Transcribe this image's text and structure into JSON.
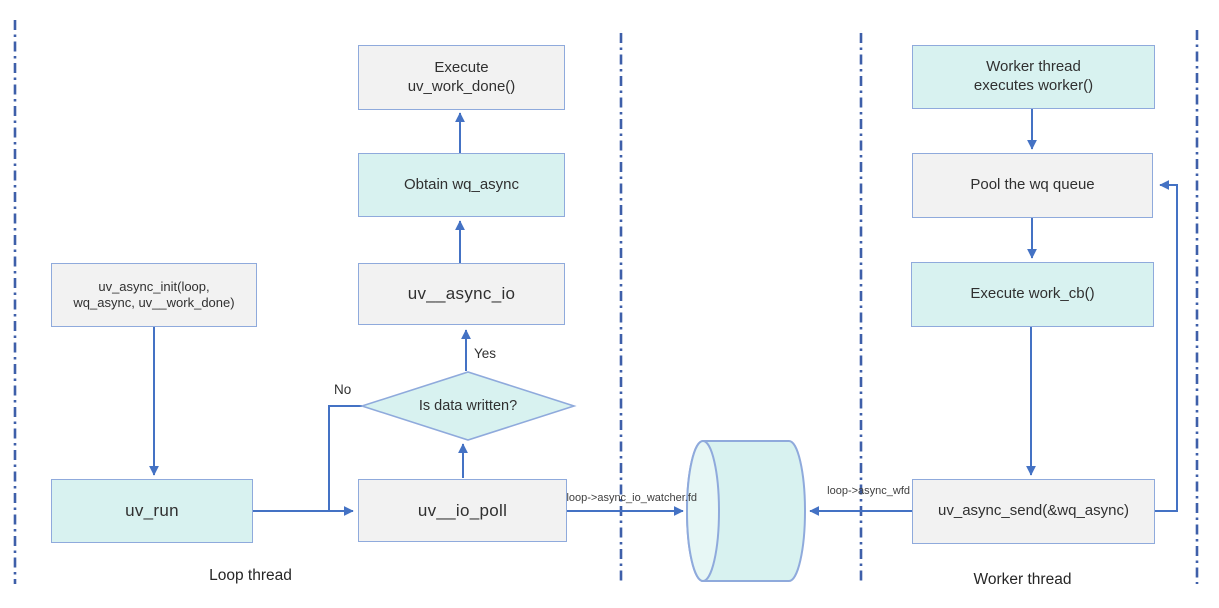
{
  "nodes": {
    "execute_uv_work_done": "Execute\nuv_work_done()",
    "obtain_wq_async": "Obtain wq_async",
    "uv_async_init": "uv_async_init(loop,\nwq_async, uv__work_done)",
    "uv_async_io": "uv__async_io",
    "is_data_written": "Is data written?",
    "uv_run": "uv_run",
    "uv_io_poll": "uv__io_poll",
    "worker_thread_executes": "Worker thread\nexecutes worker()",
    "pool_wq_queue": "Pool the wq queue",
    "execute_work_cb": "Execute work_cb()",
    "uv_async_send": "uv_async_send(&wq_async)"
  },
  "edge_labels": {
    "yes": "Yes",
    "no": "No",
    "io_watcher_fd": "loop->async_io_watcher.fd",
    "async_wfd": "loop->async_wfd"
  },
  "lane_labels": {
    "loop_thread": "Loop thread",
    "worker_thread": "Worker thread"
  },
  "edges": [
    {
      "from": "uv_async_init",
      "to": "uv_run",
      "label": ""
    },
    {
      "from": "uv_run",
      "to": "uv_io_poll",
      "label": ""
    },
    {
      "from": "uv_io_poll",
      "to": "is_data_written",
      "label": ""
    },
    {
      "from": "is_data_written",
      "to": "uv_async_io",
      "label": "Yes"
    },
    {
      "from": "is_data_written",
      "to": "uv_io_poll",
      "label": "No"
    },
    {
      "from": "uv_async_io",
      "to": "obtain_wq_async",
      "label": ""
    },
    {
      "from": "obtain_wq_async",
      "to": "execute_uv_work_done",
      "label": ""
    },
    {
      "from": "uv_io_poll",
      "to": "pipe",
      "label": "loop->async_io_watcher.fd"
    },
    {
      "from": "uv_async_send",
      "to": "pipe",
      "label": "loop->async_wfd"
    },
    {
      "from": "worker_thread_executes",
      "to": "pool_wq_queue",
      "label": ""
    },
    {
      "from": "pool_wq_queue",
      "to": "execute_work_cb",
      "label": ""
    },
    {
      "from": "execute_work_cb",
      "to": "uv_async_send",
      "label": ""
    },
    {
      "from": "uv_async_send",
      "to": "pool_wq_queue",
      "label": ""
    }
  ],
  "colors": {
    "node_border": "#8faadc",
    "node_fill_gray": "#f2f2f2",
    "node_fill_teal": "#d8f2f0",
    "cylinder_cap_fill": "#e7f7f5",
    "arrow": "#4472c4",
    "separator": "#3e5fa9",
    "text": "#303030"
  }
}
